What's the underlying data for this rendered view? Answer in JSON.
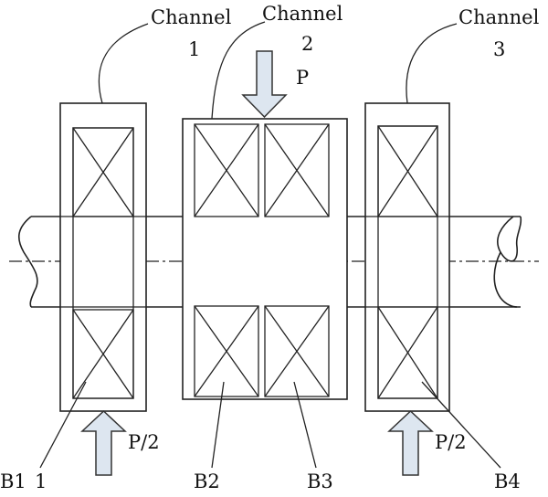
{
  "labels": {
    "channel1": [
      "Channel",
      "1"
    ],
    "channel2": [
      "Channel",
      "2"
    ],
    "channel3": [
      "Channel",
      "3"
    ],
    "load_top": "P",
    "load_left": "P/2",
    "load_right": "P/2",
    "b1": "B1",
    "b1_num": "1",
    "b2": "B2",
    "b3": "B3",
    "b4": "B4"
  },
  "colors": {
    "line": "#222222",
    "arrow_fill": "#dde6f0"
  }
}
